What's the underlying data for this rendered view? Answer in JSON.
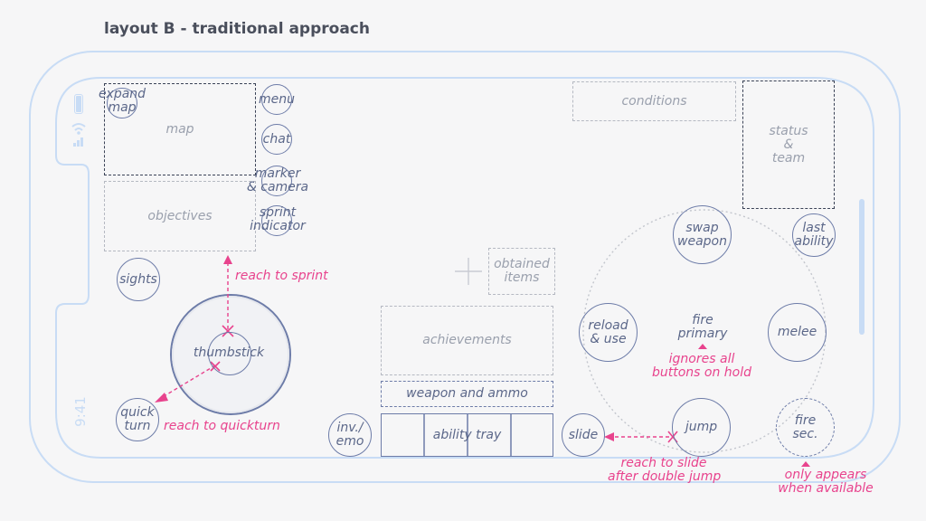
{
  "title": "layout B - traditional approach",
  "status_bar": {
    "time": "9:41"
  },
  "regions": {
    "map": "map",
    "objectives": "objectives",
    "conditions": "conditions",
    "status_team": "status\n&\nteam",
    "obtained_items": "obtained\nitems",
    "achievements": "achievements",
    "weapon_ammo": "weapon and ammo",
    "ability_tray": "ability tray"
  },
  "buttons": {
    "expand_map": "expand\nmap",
    "menu": "menu",
    "chat": "chat",
    "marker_camera": "marker\n& camera",
    "sprint_indicator": "sprint\nindicator",
    "sights": "sights",
    "thumbstick": "thumbstick",
    "quick_turn": "quick\nturn",
    "inv_emo": "inv./\nemo",
    "slide": "slide",
    "jump": "jump",
    "reload_use": "reload\n& use",
    "fire_primary": "fire\nprimary",
    "melee": "melee",
    "swap_weapon": "swap\nweapon",
    "last_ability": "last\nability",
    "fire_secondary": "fire\nsec."
  },
  "annotations": {
    "reach_sprint": "reach to sprint",
    "reach_quickturn": "reach to quickturn",
    "ignores_buttons": "ignores all\nbuttons on hold",
    "reach_slide": "reach to slide\nafter double jump",
    "only_appears": "only appears\nwhen available"
  },
  "colors": {
    "accent_pink": "#e8438d",
    "element_blue": "#6d7ca8",
    "phone_outline": "#c8dcf5"
  }
}
